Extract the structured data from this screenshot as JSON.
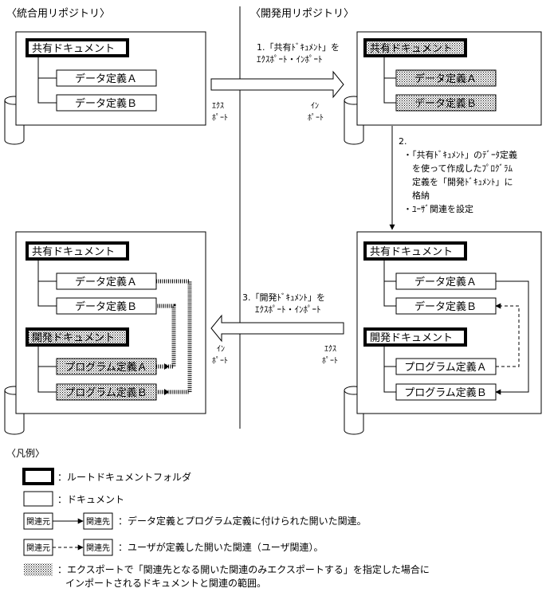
{
  "headers": {
    "left": "〈統合用リポジトリ〉",
    "right": "〈開発用リポジトリ〉"
  },
  "labels": {
    "shared_doc": "共有ドキュメント",
    "dev_doc": "開発ドキュメント",
    "data_def_a": "データ定義Ａ",
    "data_def_b": "データ定義Ｂ",
    "prog_def_a": "プログラム定義Ａ",
    "prog_def_b": "プログラム定義Ｂ"
  },
  "steps": {
    "step1_line1": "1.「共有ﾄﾞｷｭﾒﾝﾄ」を",
    "step1_line2": "ｴｸｽﾎﾟｰﾄ・ｲﾝﾎﾟｰﾄ",
    "step2_num": "2.",
    "step2_line1": "・「共有ﾄﾞｷｭﾒﾝﾄ」のﾃﾞｰﾀ定義",
    "step2_line2": "を使って作成したﾌﾟﾛｸﾞﾗﾑ",
    "step2_line3": "定義を「開発ﾄﾞｷｭﾒﾝﾄ」に",
    "step2_line4": "格納",
    "step2_line5": "・ﾕｰｻﾞ関連を設定",
    "step3_line1": "3.「開発ﾄﾞｷｭﾒﾝﾄ」を",
    "step3_line2": "ｴｸｽﾎﾟｰﾄ・ｲﾝﾎﾟｰﾄ",
    "export_1": "ｴｸｽ",
    "export_2": "ﾎﾟｰﾄ",
    "import_1": "ｲﾝ",
    "import_2": "ﾎﾟｰﾄ"
  },
  "legend": {
    "title": "〈凡例〉",
    "root_folder": "：ルートドキュメントフォルダ",
    "document": "：ドキュメント",
    "rel_source": "関連元",
    "rel_target": "関連先",
    "open_relation": "：データ定義とプログラム定義に付けられた開いた関連。",
    "user_relation": "：ユーザが定義した開いた関連（ユーザ関連）。",
    "scope_line1": "：エクスポートで「関連先となる開いた関連のみエクスポートする」を指定した場合に",
    "scope_line2": "インポートされるドキュメントと関連の範囲。"
  }
}
